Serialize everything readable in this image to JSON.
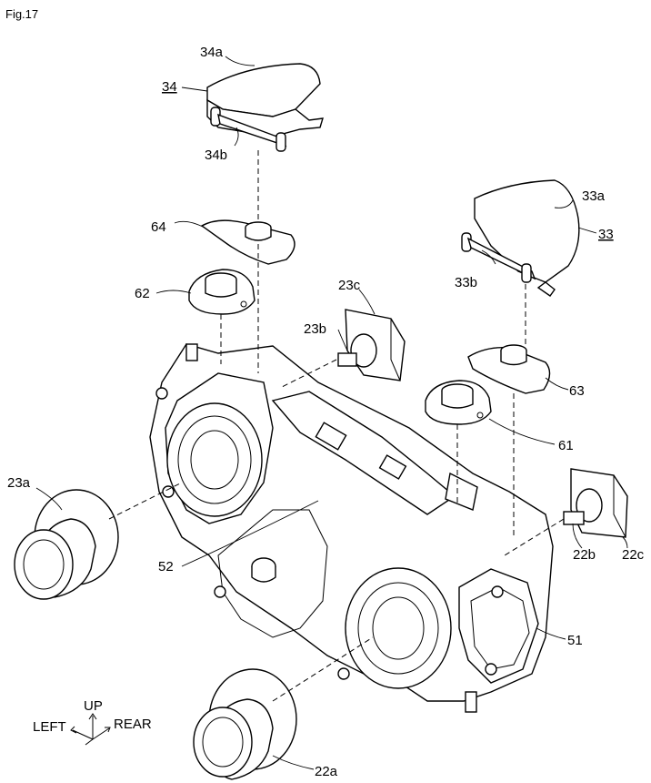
{
  "figure_label": "Fig.17",
  "labels": {
    "l34a": "34a",
    "l34": "34",
    "l34b": "34b",
    "l33a": "33a",
    "l33": "33",
    "l33b": "33b",
    "l64": "64",
    "l62": "62",
    "l23c": "23c",
    "l23b": "23b",
    "l63": "63",
    "l61": "61",
    "l23a": "23a",
    "l52": "52",
    "l22b": "22b",
    "l22c": "22c",
    "l51": "51",
    "l22a": "22a"
  },
  "orientation": {
    "up": "UP",
    "left": "LEFT",
    "rear": "REAR"
  }
}
